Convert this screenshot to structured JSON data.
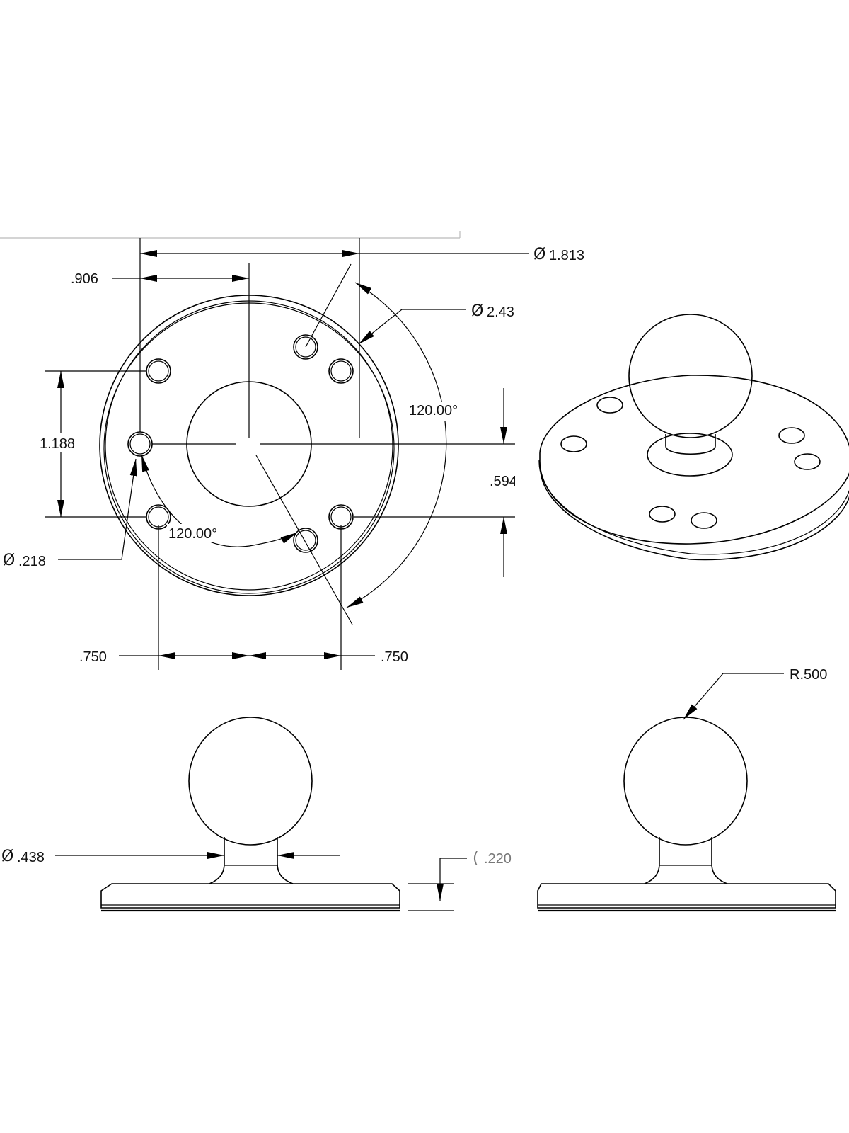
{
  "dimensions": {
    "bolt_circle": ".906",
    "outer_diameter_symbol": "Ø",
    "outer_diameter": "1.813",
    "base_diameter_symbol": "Ø",
    "base_diameter": "2.43",
    "angle_outer": "120.00°",
    "angle_inner": "120.00°",
    "vertical_spacing": "1.188",
    "half_vertical": ".594",
    "hole_diameter_symbol": "Ø",
    "hole_diameter": ".218",
    "horizontal_left": ".750",
    "horizontal_right": ".750",
    "ball_radius": "R.500",
    "neck_diameter_symbol": "Ø",
    "neck_diameter": ".438",
    "base_thickness_paren": "(",
    "base_thickness": ".220"
  },
  "colors": {
    "line": "#000000",
    "text": "#111111",
    "reference_text": "#777777"
  }
}
